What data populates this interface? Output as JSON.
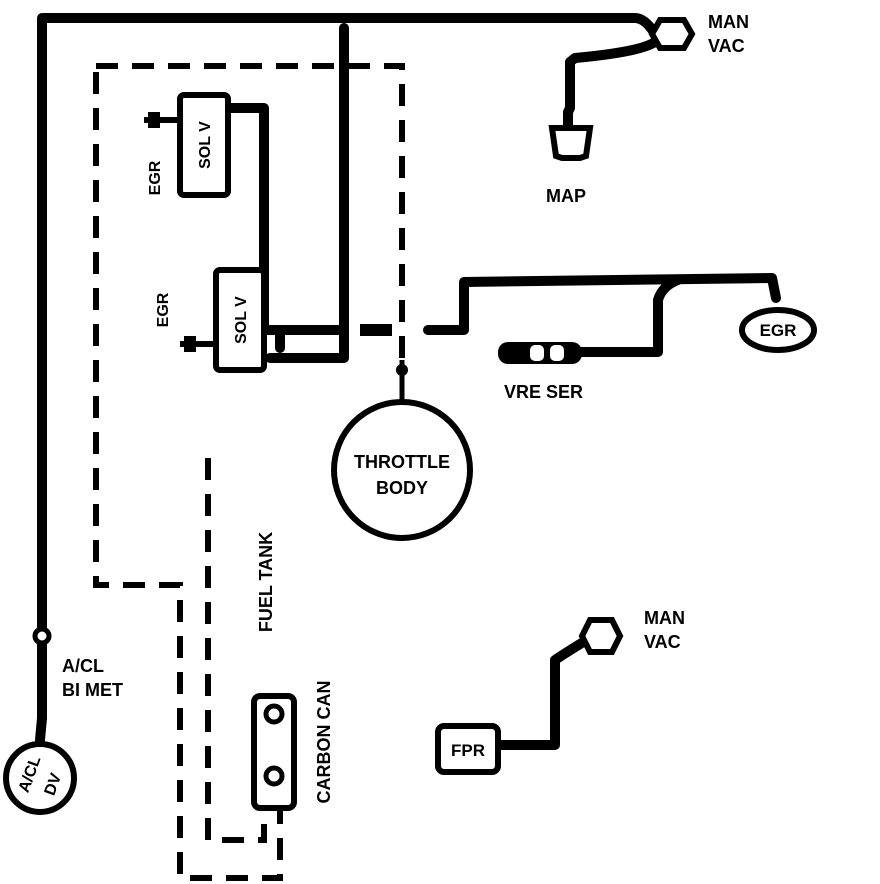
{
  "labels": {
    "man_vac_top": [
      "MAN",
      "VAC"
    ],
    "map": "MAP",
    "sol_v": "SOL V",
    "egr": "EGR",
    "egr_valve": "EGR",
    "vre_ser": "VRE SER",
    "throttle_body": [
      "THROTTLE",
      "BODY"
    ],
    "fuel_tank": "FUEL TANK",
    "carbon_can": "CARBON CAN",
    "acl_bimet": [
      "A/CL",
      "BI MET"
    ],
    "acl_dv": [
      "A/CL",
      "DV"
    ],
    "man_vac_bottom": [
      "MAN",
      "VAC"
    ],
    "fpr": "FPR"
  }
}
